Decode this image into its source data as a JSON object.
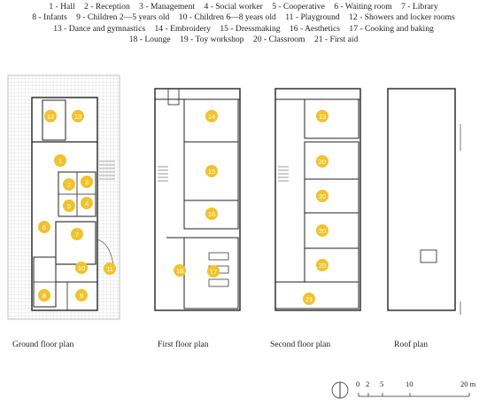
{
  "legend": {
    "rows": [
      [
        "1 - Hall",
        "2 - Reception",
        "3 - Management",
        "4 - Social worker",
        "5 - Cooperative",
        "6 - Waiting room",
        "7 - Library"
      ],
      [
        "8 - Infants",
        "9 - Children 2—5 years old",
        "10 - Children 6—8 years old",
        "11 - Playground",
        "12 - Showers and locker rooms"
      ],
      [
        "13 - Dance and gymnastics",
        "14 - Embroidery",
        "15 - Dressmaking",
        "16 - Aesthetics",
        "17 - Cooking and baking"
      ],
      [
        "18 - Lounge",
        "19 - Toy workshop",
        "20 - Classroom",
        "21 - First aid"
      ]
    ]
  },
  "marker_color": "#f2c22c",
  "plans": {
    "ground": {
      "caption": "Ground floor plan",
      "markers": [
        "12",
        "13",
        "1",
        "2",
        "3",
        "5",
        "4",
        "6",
        "7",
        "10",
        "11",
        "8",
        "9"
      ]
    },
    "first": {
      "caption": "First floor plan",
      "markers": [
        "14",
        "15",
        "16",
        "18",
        "17"
      ]
    },
    "second": {
      "caption": "Second floor plan",
      "markers": [
        "19",
        "20",
        "20",
        "20",
        "20",
        "21"
      ]
    },
    "roof": {
      "caption": "Roof plan"
    }
  },
  "scale_bar": {
    "labels": [
      "0",
      "2",
      "5",
      "10",
      "20 m"
    ],
    "north_symbol": "north-arrow-icon"
  }
}
